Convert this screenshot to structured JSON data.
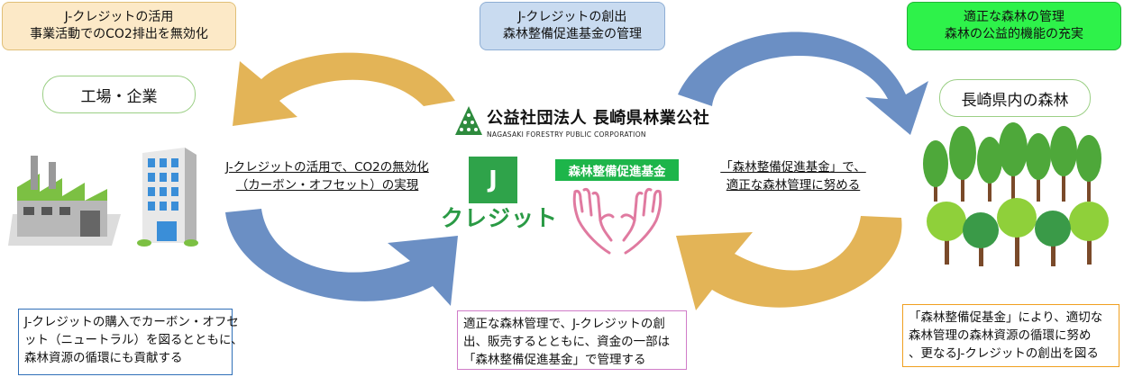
{
  "boxes": {
    "left": {
      "line1": "J-クレジットの活用",
      "line2": "事業活動でのCO2排出を無効化"
    },
    "center": {
      "line1": "J-クレジットの創出",
      "line2": "森林整備促進基金の管理"
    },
    "right": {
      "line1": "適正な森林の管理",
      "line2": "森林の公益的機能の充実"
    }
  },
  "labels": {
    "factory": "工場・企業",
    "forest": "長崎県内の森林"
  },
  "org": {
    "name": "公益社団法人 長崎県林業公社",
    "sub": "NAGASAKI FORESTRY PUBLIC CORPORATION"
  },
  "logos": {
    "j_mark": "J",
    "j_credit": "クレジット",
    "fund_badge": "森林整備促進基金"
  },
  "flows": {
    "left": {
      "line1": "J-クレジットの活用で、CO2の無効化",
      "line2": "（カーボン・オフセット）の実現"
    },
    "right": {
      "line1": "「森林整備促進基金」で、",
      "line2": "適正な森林管理に努める"
    }
  },
  "notes": {
    "left": {
      "line1": "J-クレジットの購入でカーボン・オフセ",
      "line2": "ット（ニュートラル）を図るとともに、",
      "line3": "森林資源の循環にも貢献する"
    },
    "center": {
      "line1": "適正な森林管理で、J-クレジットの創",
      "line2": "出、販売するとともに、資金の一部は",
      "line3": "「森林整備促進基金」で管理する"
    },
    "right": {
      "line1": "「森林整備促基金」により、適切な",
      "line2": "森林管理の森林資源の循環に努め",
      "line3": "、更なるJ-クレジットの創出を図る"
    }
  },
  "colors": {
    "arrow_gold": "#e3b457",
    "arrow_blue": "#6b8fc4",
    "jcredit_green": "#2fa34a",
    "fund_green": "#1db54a",
    "hands_pink": "#e07aa0"
  },
  "icons": [
    "factory-icon",
    "office-building-icon",
    "forest-icon",
    "cycle-arrow-icon",
    "hands-icon",
    "org-logo-icon"
  ]
}
